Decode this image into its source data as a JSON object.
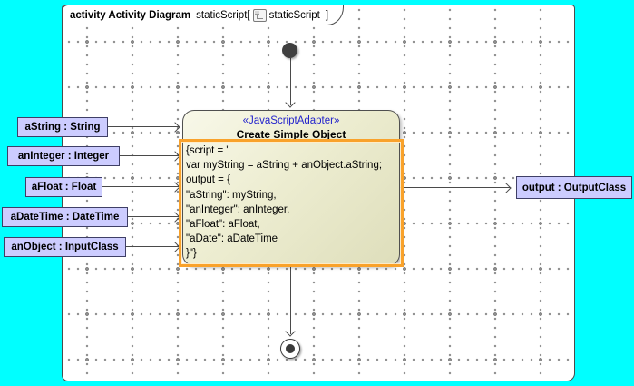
{
  "colors": {
    "canvas_background": "#00FFFF",
    "frame_background": "#FFFFFF",
    "grid_dot": "#8F8F8F",
    "node_fill_top": "#F8F8E9",
    "node_fill_bottom": "#DEDEBB",
    "node_border": "#4F4F4F",
    "stereotype_text": "#2323CC",
    "script_highlight_border": "#F9A22B",
    "pin_fill": "#CCCCFF",
    "pin_border": "#3F3F66",
    "edge": "#4A4A4A"
  },
  "frame_header": {
    "type_label": "activity Activity Diagram",
    "diagram_name": "staticScript",
    "open_bracket": "[",
    "icon": "activity-diagram-icon",
    "context_name": "staticScript",
    "close_bracket": "]"
  },
  "node": {
    "stereotype": "«JavaScriptAdapter»",
    "name": "Create Simple Object",
    "script_lines": [
      "{script = \"",
      "var myString = aString + anObject.aString;",
      "output = {",
      "\"aString\": myString,",
      "\"anInteger\": anInteger,",
      "\"aFloat\": aFloat,",
      "\"aDate\": aDateTime",
      "}\"}"
    ]
  },
  "input_pins": [
    {
      "label": "aString : String"
    },
    {
      "label": "anInteger : Integer"
    },
    {
      "label": "aFloat : Float"
    },
    {
      "label": "aDateTime : DateTime"
    },
    {
      "label": "anObject : InputClass"
    }
  ],
  "output_pins": [
    {
      "label": "output : OutputClass"
    }
  ]
}
